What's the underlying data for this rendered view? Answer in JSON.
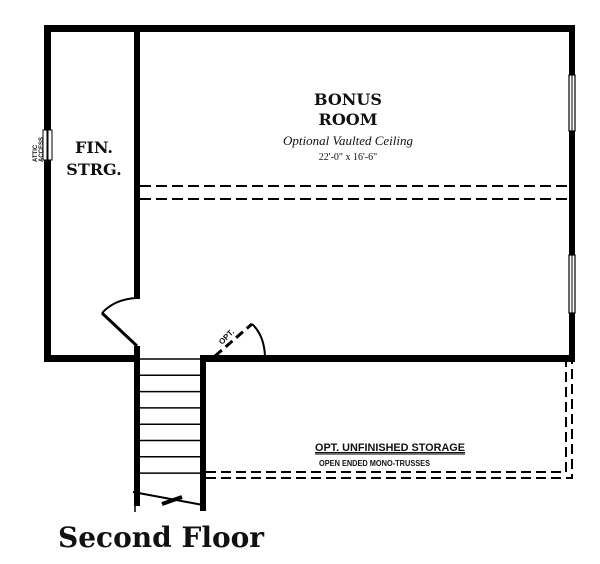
{
  "title": "Second Floor",
  "rooms": {
    "bonus": {
      "name_line1": "BONUS",
      "name_line2": "ROOM",
      "note": "Optional Vaulted Ceiling",
      "dimensions": "22'-0\" x 16'-6\""
    },
    "storage": {
      "name_line1": "FIN.",
      "name_line2": "STRG."
    },
    "unfinished": {
      "name": "OPT. UNFINISHED STORAGE",
      "note": "OPEN ENDED MONO-TRUSSES"
    }
  },
  "labels": {
    "attic_line1": "ATTIC",
    "attic_line2": "ACCESS",
    "opt_door": "OPT."
  }
}
